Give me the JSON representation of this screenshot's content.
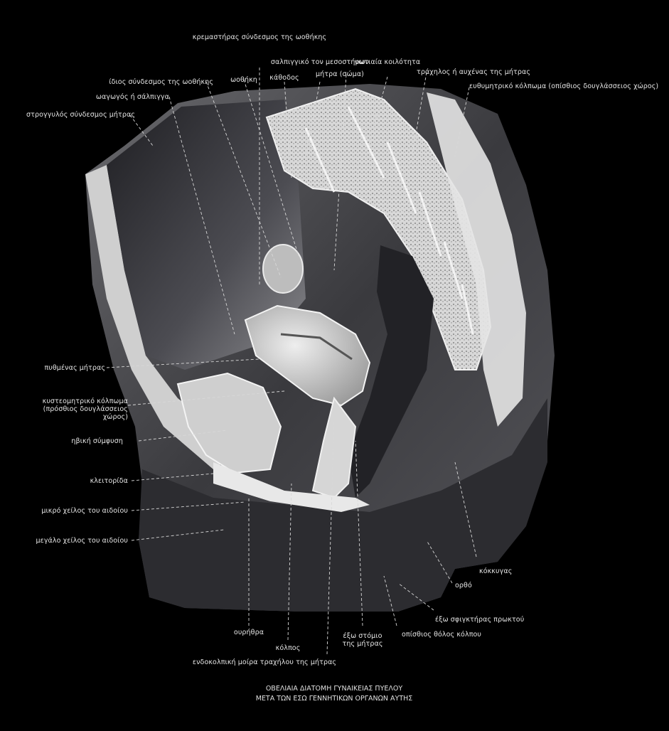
{
  "colors": {
    "background": "#000000",
    "tissue_dark": "#3b3b3f",
    "tissue_light": "#d9d9d9",
    "label": "#e6e6e6"
  },
  "labels": {
    "kremastiras": "κρεμαστήρας σύνδεσμος της ωοθήκης",
    "salpinga_kyria": "σαλπιγγικό τον μεσοστήρων",
    "mitra_soma": "μήτρα (σώμα)",
    "nwtiaia": "νωτιαία κοιλότητα",
    "trachilos": "τράχηλος ή αυχένας της μήτρας",
    "ovary_ligament": "ίδιος σύνδεσμος της ωοθήκης",
    "ovary": "ωοθήκη",
    "kalathos": "κάθοδος",
    "rectouterine": "ευθυμητρικό κόλπωμα (οπίσθιος δουγλάσσειος χώρος)",
    "salpinx": "ωαγωγός ή σάλπιγγα",
    "round_ligament": "στρογγυλός σύνδεσμος μήτρας",
    "fundus": "πυθμένας μήτρας",
    "vesicouterine": "κυστεομητρικό κόλπωμα (πρόσθιος δουγλάσσειος χώρος)",
    "symphysis": "ηβική σύμφυση",
    "clitoris": "κλειτορίδα",
    "labia_minora": "μικρό χείλος του αιδοίου",
    "labia_majora": "μεγάλο χείλος του αιδοίου",
    "coccyx": "κόκκυγας",
    "rectum": "ορθό",
    "anal_sphincter": "έξω σφιγκτήρας πρωκτού",
    "posterior_fornix": "οπίσθιος θόλος κόλπου",
    "external_os": "έξω στόμιο της μήτρας",
    "urethra": "ουρήθρα",
    "vagina": "κόλπος",
    "endocervix": "ενδοκολπική μοίρα τραχήλου της μήτρας"
  },
  "caption": {
    "line1": "ΟΒΕΛΙΑΙΑ ΔΙΑΤΟΜΗ ΓΥΝΑΙΚΕΙΑΣ ΠΥΕΛΟΥ",
    "line2": "ΜΕΤΑ ΤΩΝ ΕΣΩ ΓΕΝΝΗΤΙΚΩΝ ΟΡΓΑΝΩΝ ΑΥΤΗΣ"
  }
}
